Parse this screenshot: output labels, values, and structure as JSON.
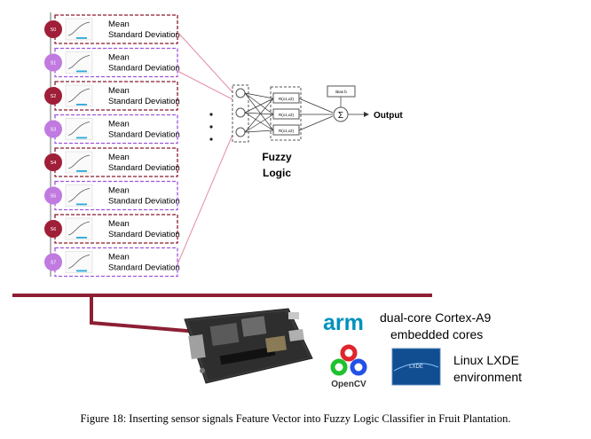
{
  "sensors": [
    {
      "id": "S0",
      "labels": [
        "Mean",
        "Standard Deviation"
      ],
      "color": "#a01e37",
      "border": "#8a1a2e"
    },
    {
      "id": "S1",
      "labels": [
        "Mean",
        "Standard Deviation"
      ],
      "color": "#c07ae0",
      "border": "#a055e0"
    },
    {
      "id": "S2",
      "labels": [
        "Mean",
        "Standard Deviation"
      ],
      "color": "#a01e37",
      "border": "#8a1a2e"
    },
    {
      "id": "S3",
      "labels": [
        "Mean",
        "Standard Deviation"
      ],
      "color": "#c07ae0",
      "border": "#a055e0"
    },
    {
      "id": "S4",
      "labels": [
        "Mean",
        "Standard Deviation"
      ],
      "color": "#a01e37",
      "border": "#8a1a2e"
    },
    {
      "id": "S5",
      "labels": [
        "Mean",
        "Standard Deviation"
      ],
      "color": "#c07ae0",
      "border": "#a055e0"
    },
    {
      "id": "S6",
      "labels": [
        "Mean",
        "Standard Deviation"
      ],
      "color": "#a01e37",
      "border": "#8a1a2e"
    },
    {
      "id": "S7",
      "labels": [
        "Mean",
        "Standard Deviation"
      ],
      "color": "#c07ae0",
      "border": "#a055e0"
    }
  ],
  "network": {
    "rule_labels": [
      "R(x1,x2)",
      "R(x1,x2)",
      "R(x1,x2)"
    ],
    "bias_label": "Bias b",
    "sum_symbol": "Σ",
    "output_label": "Output",
    "fuzzy_title": [
      "Fuzzy",
      "Logic"
    ]
  },
  "platform": {
    "arm_logo": "arm",
    "cpu_text": [
      "dual-core Cortex-A9",
      "embedded cores"
    ],
    "opencv_label": "OpenCV",
    "os_text": [
      "Linux LXDE",
      "environment"
    ],
    "lxde_logo": "LXDE"
  },
  "caption": "Figure 18: Inserting sensor signals Feature Vector into Fuzzy Logic Classifier in Fruit Plantation.",
  "colors": {
    "dark_red": "#a01e37",
    "purple": "#c07ae0",
    "bus": "#8c1f34",
    "arm_blue": "#0091bd"
  }
}
